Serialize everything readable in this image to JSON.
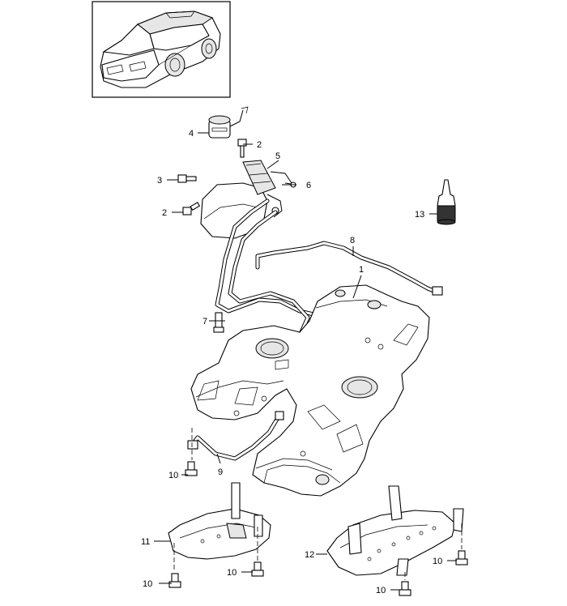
{
  "callouts": [
    {
      "id": "c4",
      "text": "4"
    },
    {
      "id": "c2a",
      "text": "2"
    },
    {
      "id": "c5",
      "text": "5"
    },
    {
      "id": "c3",
      "text": "3"
    },
    {
      "id": "c6",
      "text": "6"
    },
    {
      "id": "c2b",
      "text": "2"
    },
    {
      "id": "c13",
      "text": "13"
    },
    {
      "id": "c8",
      "text": "8"
    },
    {
      "id": "c1",
      "text": "1"
    },
    {
      "id": "c7",
      "text": "7"
    },
    {
      "id": "c10a",
      "text": "10"
    },
    {
      "id": "c9",
      "text": "9"
    },
    {
      "id": "c11",
      "text": "11"
    },
    {
      "id": "c12",
      "text": "12"
    },
    {
      "id": "c10b",
      "text": "10"
    },
    {
      "id": "c10c",
      "text": "10"
    },
    {
      "id": "c10d",
      "text": "10"
    },
    {
      "id": "c10e",
      "text": "10"
    }
  ]
}
